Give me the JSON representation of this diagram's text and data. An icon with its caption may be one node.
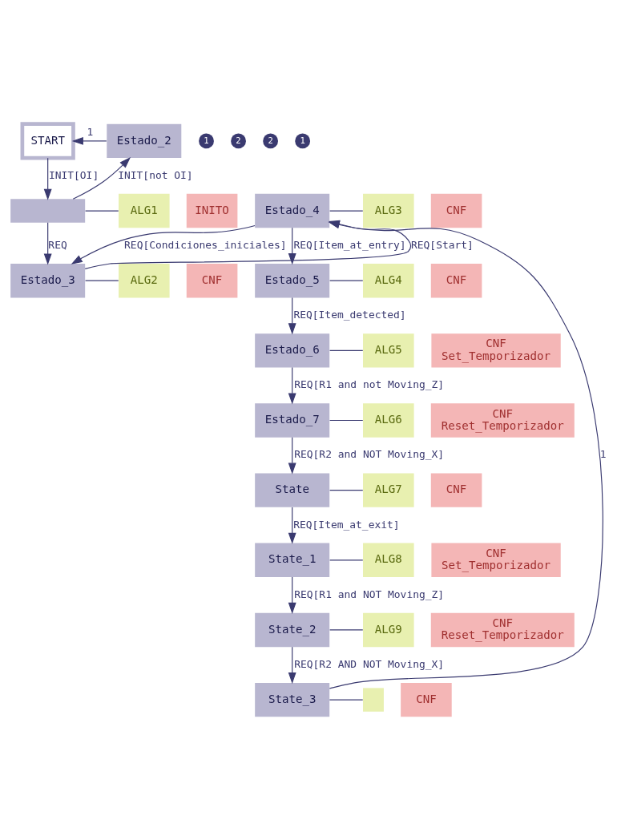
{
  "diagram": {
    "nodes": [
      {
        "text": [
          "START"
        ]
      },
      {
        "text": [
          "Estado_2"
        ]
      },
      {
        "text": [],
        "shape": "box"
      },
      {
        "text": [
          "ALG1"
        ]
      },
      {
        "text": [
          "INITO"
        ]
      },
      {
        "text": [
          "Estado_4"
        ]
      },
      {
        "text": [
          "ALG3"
        ]
      },
      {
        "text": [
          "CNF"
        ]
      },
      {
        "text": [
          "Estado_3"
        ]
      },
      {
        "text": [
          "ALG2"
        ]
      },
      {
        "text": [
          "CNF"
        ]
      },
      {
        "text": [
          "Estado_5"
        ]
      },
      {
        "text": [
          "ALG4"
        ]
      },
      {
        "text": [
          "CNF"
        ]
      },
      {
        "text": [
          "Estado_6"
        ]
      },
      {
        "text": [
          "ALG5"
        ]
      },
      {
        "text": [
          "CNF",
          "Set_Temporizador"
        ]
      },
      {
        "text": [
          "Estado_7"
        ]
      },
      {
        "text": [
          "ALG6"
        ]
      },
      {
        "text": [
          "CNF",
          "Reset_Temporizador"
        ]
      },
      {
        "text": [
          "State"
        ]
      },
      {
        "text": [
          "ALG7"
        ]
      },
      {
        "text": [
          "CNF"
        ]
      },
      {
        "text": [
          "State_1"
        ]
      },
      {
        "text": [
          "ALG8"
        ]
      },
      {
        "text": [
          "CNF",
          "Set_Temporizador"
        ]
      },
      {
        "text": [
          "State_2"
        ]
      },
      {
        "text": [
          "ALG9"
        ]
      },
      {
        "text": [
          "CNF",
          "Reset_Temporizador"
        ]
      },
      {
        "text": [
          "State_3"
        ]
      },
      {
        "text": [],
        "shape": "box"
      },
      {
        "text": [
          "CNF"
        ]
      }
    ],
    "edges": [
      {
        "from": 1,
        "to": 0,
        "arrow": "to",
        "label": "1"
      },
      {
        "from": 0,
        "to": 2,
        "arrow": "to",
        "label": "INIT[OI]"
      },
      {
        "from": 2,
        "to": 1,
        "arrow": "to",
        "label": "INIT[not OI]"
      },
      {
        "from": 2,
        "to": 8,
        "arrow": "to",
        "label": "REQ"
      },
      {
        "from": 8,
        "to": 5,
        "arrow": "to",
        "label": "REQ[Start]"
      },
      {
        "from": 5,
        "to": 8,
        "arrow": "to",
        "label": "REQ[Condiciones_iniciales]"
      },
      {
        "from": 5,
        "to": 11,
        "arrow": "to",
        "label": "REQ[Item_at_entry]"
      },
      {
        "from": 11,
        "to": 14,
        "arrow": "to",
        "label": "REQ[Item_detected]"
      },
      {
        "from": 14,
        "to": 17,
        "arrow": "to",
        "label": "REQ[R1 and not Moving_Z]"
      },
      {
        "from": 17,
        "to": 20,
        "arrow": "to",
        "label": "REQ[R2 and NOT Moving_X]"
      },
      {
        "from": 20,
        "to": 23,
        "arrow": "to",
        "label": "REQ[Item_at_exit]"
      },
      {
        "from": 23,
        "to": 26,
        "arrow": "to",
        "label": "REQ[R1 and NOT Moving_Z]"
      },
      {
        "from": 26,
        "to": 29,
        "arrow": "to",
        "label": "REQ[R2 AND NOT Moving_X]"
      },
      {
        "from": 29,
        "to": 5,
        "arrow": "to",
        "label": "1"
      },
      {
        "from": 2,
        "to": 3,
        "arrow": "none"
      },
      {
        "from": 5,
        "to": 6,
        "arrow": "none"
      },
      {
        "from": 8,
        "to": 9,
        "arrow": "none"
      },
      {
        "from": 11,
        "to": 12,
        "arrow": "none"
      },
      {
        "from": 14,
        "to": 15,
        "arrow": "none"
      },
      {
        "from": 17,
        "to": 18,
        "arrow": "none"
      },
      {
        "from": 20,
        "to": 21,
        "arrow": "none"
      },
      {
        "from": 23,
        "to": 24,
        "arrow": "none"
      },
      {
        "from": 26,
        "to": 27,
        "arrow": "none"
      },
      {
        "from": 29,
        "to": 30,
        "arrow": "none"
      }
    ],
    "labels": [
      "1",
      "2",
      "2",
      "1"
    ]
  }
}
